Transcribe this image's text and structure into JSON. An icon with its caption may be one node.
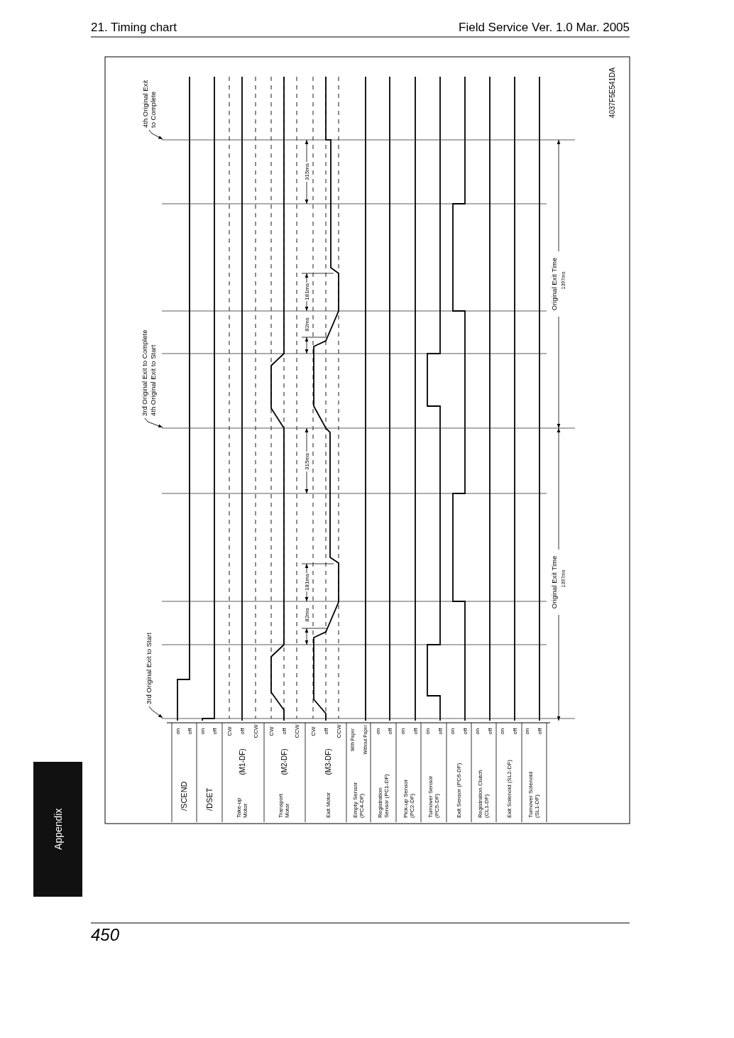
{
  "diagram": {
    "title": "21. Timing chart",
    "nodes": [
      {
        "text": [
          "3rd Original Exit to Start"
        ]
      },
      {
        "text": [
          "3rd Original Exit to Complete",
          "4th Original Exit to Start"
        ]
      },
      {
        "text": [
          "4th Original Exit to Complete"
        ]
      },
      {
        "text": [],
        "shape": "line"
      },
      {
        "text": [],
        "shape": "line"
      },
      {
        "text": [],
        "shape": "line"
      }
    ],
    "edges": [
      {
        "from": 0,
        "to": 5,
        "arrow": "to"
      },
      {
        "from": 1,
        "to": 4,
        "arrow": "to"
      },
      {
        "from": 2,
        "to": 3,
        "arrow": "to"
      }
    ],
    "labels": [
      "Field Service Ver. 1.0 Mar. 2005",
      "Appendix",
      "/SCEND",
      "on",
      "off",
      "/DSET",
      "on",
      "off",
      "Take-up Motor",
      "(M1-DF)",
      "CW",
      "off",
      "CCW",
      "Transport Motor",
      "(M2-DF)",
      "CW",
      "off",
      "CCW",
      "Exit Motor",
      "(M3-DF)",
      "CW",
      "off",
      "CCW",
      "Empty Sensor (PC4-DF)",
      "With Paper",
      "Without Paper",
      "Registration Sensor (PC1-DF)",
      "on",
      "off",
      "Pick-up Sensor (PC2-DF)",
      "on",
      "off",
      "Turnover Sensor (PC5-DF)",
      "on",
      "off",
      "Exit Sensor (PC6-DF)",
      "on",
      "off",
      "Registration Clutch (CL1-DF)",
      "on",
      "off",
      "Exit Solenoid (SL2-DF)",
      "on",
      "off",
      "Turnover Solenoid (SL1-DF)",
      "on",
      "off",
      "315ms",
      "Original Exit Time",
      "1397ms",
      "181ms",
      "82ms",
      "315ms",
      "181ms",
      "Original Exit Time",
      "1397ms",
      "82ms",
      "4037F5E541DA",
      "450"
    ]
  }
}
